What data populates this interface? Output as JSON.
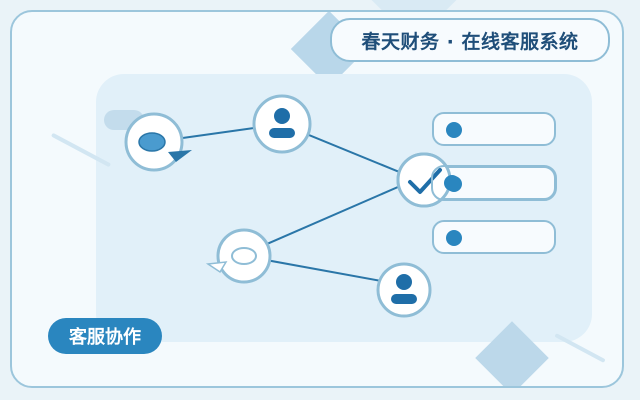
{
  "header": {
    "title": "春天财务 · 在线客服系统"
  },
  "badge": {
    "label": "客服协作"
  },
  "colors": {
    "accent": "#2a86bf",
    "border": "#8fbdd6",
    "title_text": "#1f4e79",
    "panel": "#e1f0f9",
    "background": "#f4fafd"
  },
  "network": {
    "nodes": [
      {
        "id": "chat-bubble-1",
        "icon": "chat-bubble-icon"
      },
      {
        "id": "user-1",
        "icon": "user-icon"
      },
      {
        "id": "hub",
        "icon": "checkmark-icon"
      },
      {
        "id": "chat-bubble-2",
        "icon": "chat-bubble-icon"
      },
      {
        "id": "user-2",
        "icon": "user-icon"
      }
    ],
    "links": [
      [
        "chat-bubble-1",
        "user-1"
      ],
      [
        "user-1",
        "hub"
      ],
      [
        "hub",
        "chat-bubble-2"
      ],
      [
        "chat-bubble-2",
        "user-2"
      ]
    ]
  },
  "list_items": [
    {
      "icon": "dot-icon"
    },
    {
      "icon": "dot-icon"
    },
    {
      "icon": "dot-icon"
    }
  ]
}
